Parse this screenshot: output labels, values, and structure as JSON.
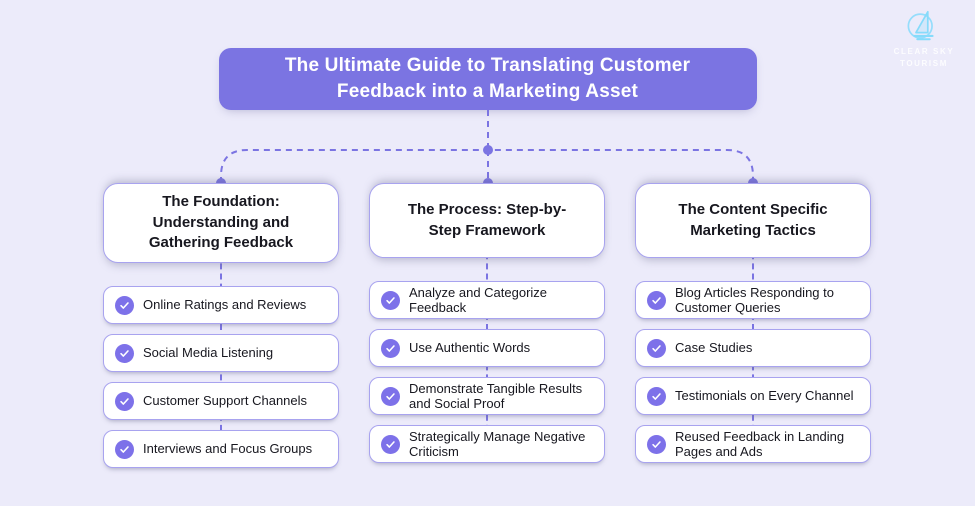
{
  "page": {
    "background_color": "#ecebfa",
    "accent_color": "#7b74e2",
    "box_border_color": "#a8a3ef",
    "check_circle_color": "#7d71e9",
    "text_color": "#17171f",
    "logo_color": "#86dbfb"
  },
  "logo": {
    "icon": "sailboat-icon",
    "line1": "CLEAR SKY",
    "line2": "TOURISM"
  },
  "title": {
    "text": "The Ultimate Guide to Translating Customer Feedback into a Marketing Asset"
  },
  "columns": [
    {
      "header": "The Foundation: Understanding and Gathering Feedback",
      "items": [
        "Online Ratings and Reviews",
        "Social Media Listening",
        "Customer Support Channels",
        "Interviews and Focus Groups"
      ]
    },
    {
      "header": "The Process: Step-by-Step Framework",
      "items": [
        "Analyze and Categorize Feedback",
        "Use Authentic Words",
        "Demonstrate Tangible Results and Social Proof",
        "Strategically Manage Negative Criticism"
      ]
    },
    {
      "header": "The Content Specific Marketing Tactics",
      "items": [
        "Blog Articles Responding to Customer Queries",
        "Case Studies",
        "Testimonials on Every Channel",
        "Reused Feedback in Landing Pages and Ads"
      ]
    }
  ]
}
